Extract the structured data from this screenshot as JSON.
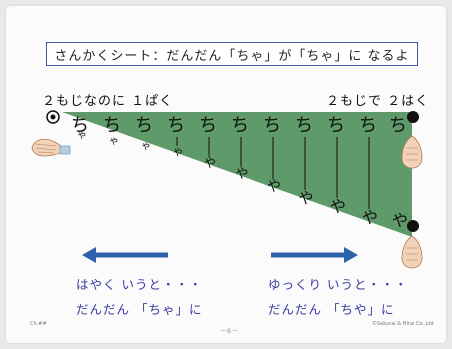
{
  "title": "さんかくシート：だんだん「ちゃ」が「ちゃ」に なるよ",
  "left_label": "２もじなのに １ぱく",
  "right_label": "２もじで ２はく",
  "chi": "ち",
  "ya": "ゃ",
  "ya_big": "や",
  "left_caption_line1": "はやく いうと・・・",
  "left_caption_line2": "だんだん 「ちゃ」に",
  "right_caption_line1": "ゆっくり いうと・・・",
  "right_caption_line2": "だんだん 「ちや」に",
  "page_number": "－６－",
  "footer_left": "Ch.##",
  "footer_right": "©Sakurai & Hirai Co.,Ltd",
  "colors": {
    "triangle": "#5f9a6a",
    "arrow": "#2f62ad",
    "title_border": "#3e5aa8",
    "caption_text": "#3a3aa0",
    "dot": "#111111"
  },
  "icons": [
    "target-dot-icon",
    "black-dot-icon",
    "clap-hands-icon",
    "left-arrow-icon",
    "right-arrow-icon"
  ]
}
